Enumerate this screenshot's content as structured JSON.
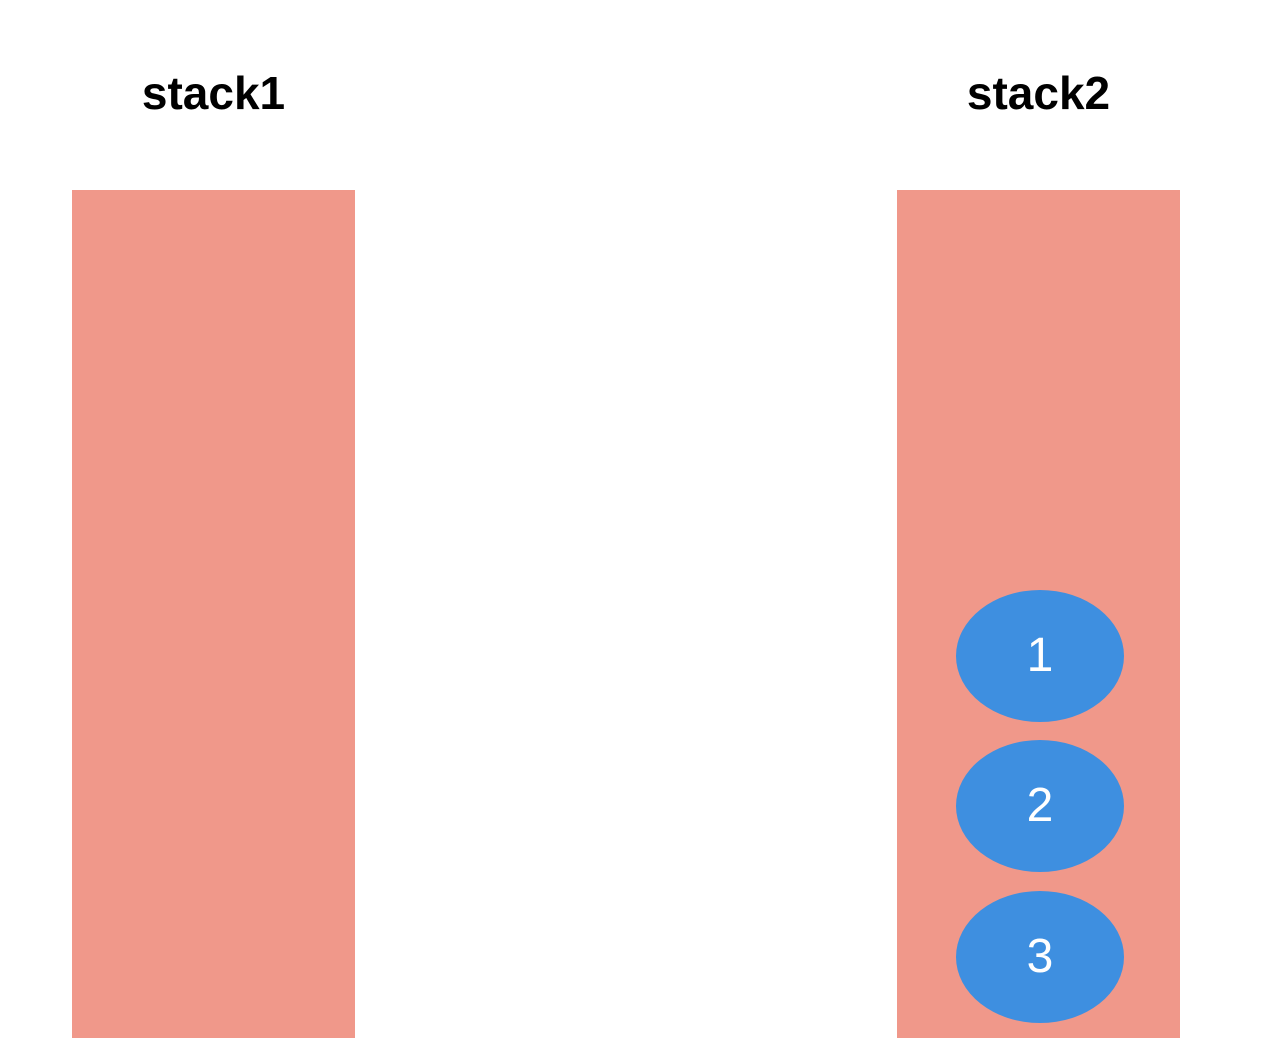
{
  "colors": {
    "background": "#ffffff",
    "stack_fill": "#F0988A",
    "item_fill": "#3E8FE0",
    "item_text": "#FFFFFF",
    "title_text": "#000000"
  },
  "stacks": [
    {
      "label": "stack1",
      "items": []
    },
    {
      "label": "stack2",
      "items": [
        "1",
        "2",
        "3"
      ]
    }
  ]
}
